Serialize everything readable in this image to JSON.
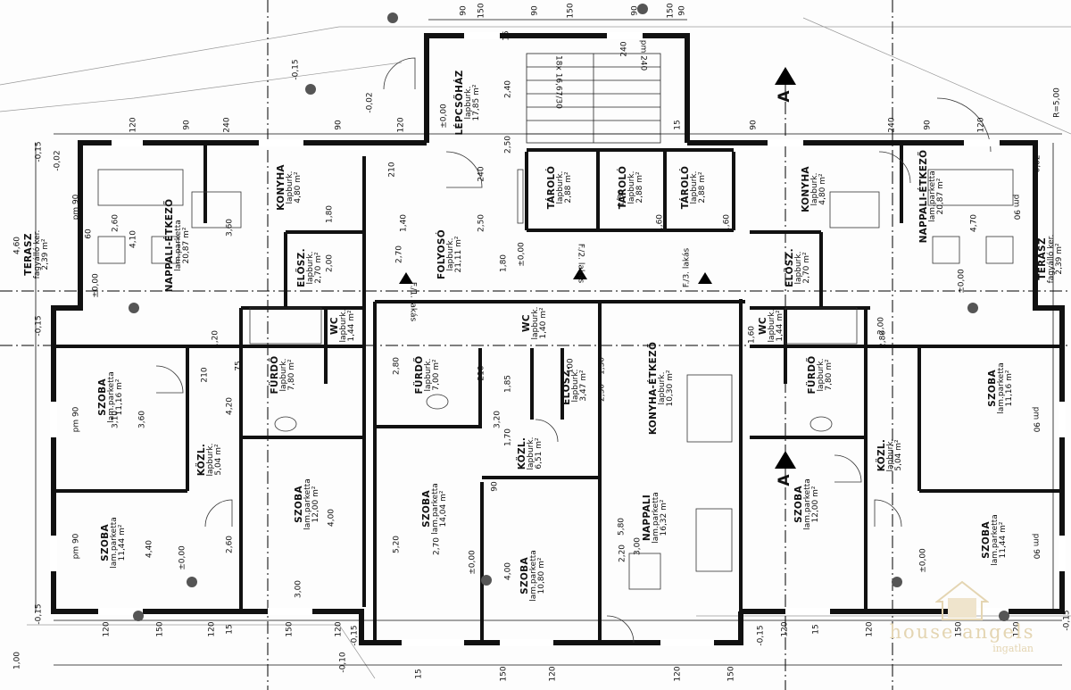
{
  "rooms": [
    {
      "id": "terasz-l",
      "name": "TERASZ",
      "sub": "fagyálló ker.",
      "area": "2,39 m²"
    },
    {
      "id": "nappali-l",
      "name": "NAPPALI-ÉTKEZŐ",
      "sub": "lam.parketta",
      "area": "20,87 m²"
    },
    {
      "id": "konyha-l",
      "name": "KONYHA",
      "sub": "lapburk.",
      "area": "4,80 m²"
    },
    {
      "id": "eloszl-l",
      "name": "ELŐSZ.",
      "sub": "lapburk.",
      "area": "2,70 m²"
    },
    {
      "id": "wc-l",
      "name": "WC",
      "sub": "lapburk.",
      "area": "1,44 m²"
    },
    {
      "id": "furdo-l",
      "name": "FÜRDŐ",
      "sub": "lapburk.",
      "area": "7,80 m²"
    },
    {
      "id": "szoba1-l",
      "name": "SZOBA",
      "sub": "lam.parketta",
      "area": "11,16 m²"
    },
    {
      "id": "kozl-l",
      "name": "KÖZL.",
      "sub": "lapburk.",
      "area": "5,04 m²"
    },
    {
      "id": "szoba2-l",
      "name": "SZOBA",
      "sub": "lam.parketta",
      "area": "12,00 m²"
    },
    {
      "id": "szoba3-l",
      "name": "SZOBA",
      "sub": "lam.parketta",
      "area": "11,44 m²"
    },
    {
      "id": "lepcso",
      "name": "LÉPCSŐHÁZ",
      "sub": "lapburk.",
      "area": "17,85 m²"
    },
    {
      "id": "folyoso",
      "name": "FOLYOSÓ",
      "sub": "lapburk.",
      "area": "21,11 m²"
    },
    {
      "id": "tarolo1",
      "name": "TÁROLÓ",
      "sub": "lapburk.",
      "area": "2,88 m²"
    },
    {
      "id": "tarolo2",
      "name": "TÁROLÓ",
      "sub": "lapburk.",
      "area": "2,88 m²"
    },
    {
      "id": "tarolo3",
      "name": "TÁROLÓ",
      "sub": "lapburk.",
      "area": "2,88 m²"
    },
    {
      "id": "furdo-m",
      "name": "FÜRDŐ",
      "sub": "lapburk.",
      "area": "7,00 m²"
    },
    {
      "id": "wc-m",
      "name": "WC",
      "sub": "lapburk.",
      "area": "1,40 m²"
    },
    {
      "id": "eloszl-m",
      "name": "ELŐSZ.",
      "sub": "lapburk.",
      "area": "3,47 m²"
    },
    {
      "id": "kozl-m",
      "name": "KÖZL.",
      "sub": "lapburk.",
      "area": "6,51 m²"
    },
    {
      "id": "szoba-m1",
      "name": "SZOBA",
      "sub": "lam.parketta",
      "area": "14,04 m²"
    },
    {
      "id": "szoba-m2",
      "name": "SZOBA",
      "sub": "lam.parketta",
      "area": "10,80 m²"
    },
    {
      "id": "konyha-m",
      "name": "KONYHA-ÉTKEZŐ",
      "sub": "lapburk.",
      "area": "10,30 m²"
    },
    {
      "id": "nappali-m",
      "name": "NAPPALI",
      "sub": "lam.parketta",
      "area": "16,32 m²"
    },
    {
      "id": "konyha-r",
      "name": "KONYHA",
      "sub": "lapburk.",
      "area": "4,80 m²"
    },
    {
      "id": "nappali-r",
      "name": "NAPPALI-ÉTKEZŐ",
      "sub": "lam.parketta",
      "area": "20,87 m²"
    },
    {
      "id": "terasz-r",
      "name": "TERASZ",
      "sub": "fagyálló ker.",
      "area": "2,39 m²"
    },
    {
      "id": "eloszl-r",
      "name": "ELŐSZ.",
      "sub": "lapburk.",
      "area": "2,70 m²"
    },
    {
      "id": "wc-r",
      "name": "WC",
      "sub": "lapburk.",
      "area": "1,44 m²"
    },
    {
      "id": "furdo-r",
      "name": "FÜRDŐ",
      "sub": "lapburk.",
      "area": "7,80 m²"
    },
    {
      "id": "szoba1-r",
      "name": "SZOBA",
      "sub": "lam.parketta",
      "area": "11,16 m²"
    },
    {
      "id": "kozl-r",
      "name": "KÖZL.",
      "sub": "lapburk.",
      "area": "5,04 m²"
    },
    {
      "id": "szoba2-r",
      "name": "SZOBA",
      "sub": "lam.parketta",
      "area": "12,00 m²"
    },
    {
      "id": "szoba3-r",
      "name": "SZOBA",
      "sub": "lam.parketta",
      "area": "11,44 m²"
    }
  ],
  "apartment_tags": {
    "f1": "F./1. lakás",
    "f2": "F./2. lakás",
    "f3": "F./3. lakás"
  },
  "section_marker": "A",
  "stair_note": "18x 16,67/30",
  "levels": {
    "zero": "±0,00",
    "minus002": "-0,02",
    "minus015": "-0,15",
    "minus010": "-0,10"
  },
  "window_tags": {
    "pm90": "pm 90",
    "pm240": "pm 240"
  },
  "radius_note": "R=5,00",
  "dims": {
    "top": [
      "90",
      "150",
      "15",
      "90",
      "150",
      "240",
      "90",
      "150",
      "90"
    ],
    "top2": [
      "120",
      "90",
      "240",
      "90",
      "120",
      "15",
      "90",
      "240",
      "90",
      "120"
    ],
    "bottom": [
      "120",
      "150",
      "120",
      "15",
      "150",
      "120",
      "15",
      "150",
      "120",
      "120",
      "150",
      "120",
      "15",
      "120",
      "150",
      "120"
    ],
    "inner": [
      "1,80",
      "1,40",
      "2,50",
      "1,80",
      "1,60",
      "1,60",
      "2,70",
      "2,00",
      "1,80",
      "3,60",
      "2,60",
      "4,10",
      "4,70",
      "4,60",
      "4,40",
      "3,10",
      "3,60",
      "2,60",
      "3,00",
      "4,00",
      "5,20",
      "4,00",
      "5,80",
      "3,00",
      "2,70",
      "2,80",
      "3,20",
      "1,85",
      "1,30",
      "2,30",
      "2,20",
      "2,40",
      "2,50",
      "1,70",
      "4,20",
      "1,20",
      "1,60",
      "2,80",
      "2,00",
      "1,00"
    ],
    "doors": [
      "210",
      "210",
      "210",
      "90",
      "75",
      "100",
      "240",
      "60"
    ]
  },
  "logo": {
    "line1": "house angels",
    "line2": "ingatlan"
  }
}
